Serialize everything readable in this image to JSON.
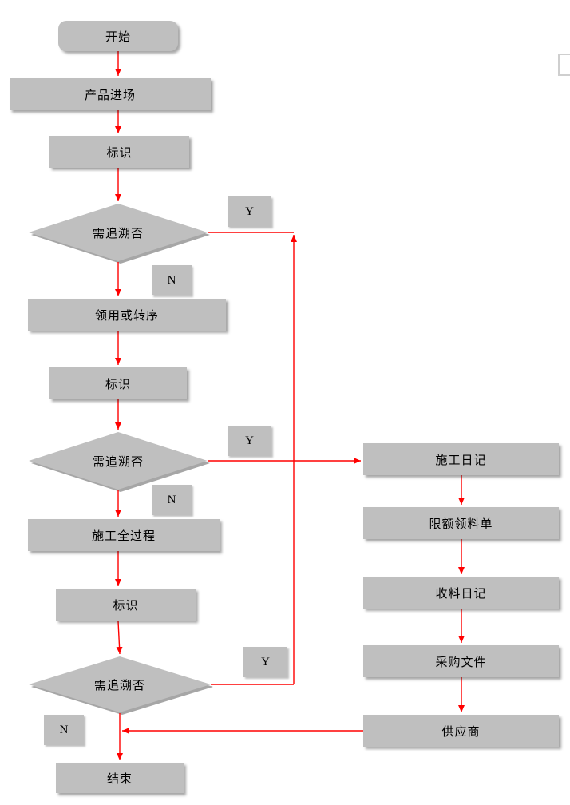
{
  "flowchart": {
    "colors": {
      "node_fill": "#bfbfbf",
      "arrow": "#ff0000",
      "text": "#000000"
    },
    "nodes": {
      "start": "开始",
      "product_entry": "产品进场",
      "mark1": "标识",
      "decision1": "需追溯否",
      "receive_or_transfer": "领用或转序",
      "mark2": "标识",
      "decision2": "需追溯否",
      "construction_full_process": "施工全过程",
      "mark3": "标识",
      "decision3": "需追溯否",
      "end": "结束",
      "construction_diary": "施工日记",
      "quota_material_requisition": "限额领料单",
      "material_receipt_diary": "收料日记",
      "purchase_documents": "采购文件",
      "supplier": "供应商"
    },
    "branches": {
      "y1": "Y",
      "n1": "N",
      "y2": "Y",
      "n2": "N",
      "y3": "Y",
      "n3": "N"
    }
  }
}
